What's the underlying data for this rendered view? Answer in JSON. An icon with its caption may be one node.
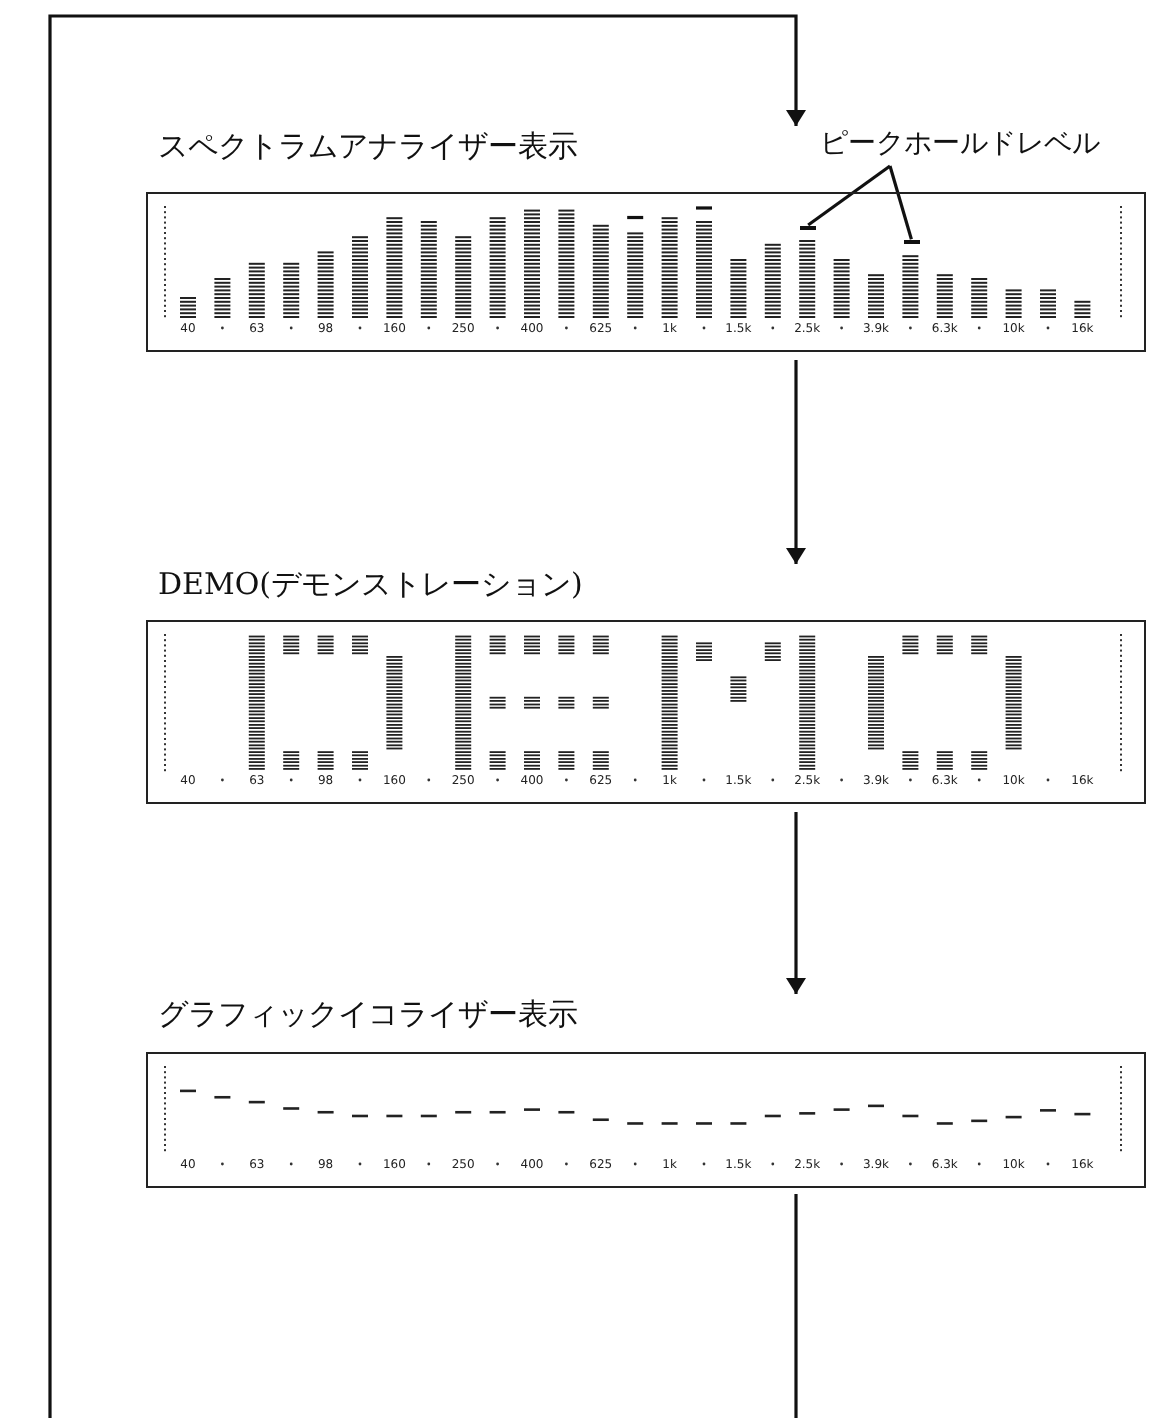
{
  "diagram": {
    "nodes": [
      {
        "text": [
          "スペクトラムアナライザー表示",
          "40",
          "63",
          "98",
          "160",
          "250",
          "400",
          "625",
          "1k",
          "1.5k",
          "2.5k",
          "3.9k",
          "6.3k",
          "10k",
          "16k"
        ]
      },
      {
        "text": [],
        "shape": "bar",
        "in": 0
      },
      {
        "text": [],
        "shape": "bar",
        "in": 0
      },
      {
        "text": [
          "ピークホールドレベル"
        ]
      },
      {
        "text": [
          "DEMO(デモンストレーション)",
          "40",
          "63",
          "98",
          "160",
          "250",
          "400",
          "625",
          "1k",
          "1.5k",
          "2.5k",
          "3.9k",
          "6.3k",
          "10k",
          "16k"
        ]
      },
      {
        "text": [
          "グラフィックイコライザー表示",
          "40",
          "63",
          "98",
          "160",
          "250",
          "400",
          "625",
          "1k",
          "1.5k",
          "2.5k",
          "3.9k",
          "6.3k",
          "10k",
          "16k"
        ]
      }
    ],
    "edges": [
      {
        "from": null,
        "to": 0,
        "arrow": "to"
      },
      {
        "from": 3,
        "to": 1,
        "arrow": "none"
      },
      {
        "from": 3,
        "to": 2,
        "arrow": "none"
      },
      {
        "from": 0,
        "to": 4,
        "arrow": "to"
      },
      {
        "from": 4,
        "to": 5,
        "arrow": "to"
      },
      {
        "from": 5,
        "to": null,
        "arrow": "none"
      }
    ]
  }
}
